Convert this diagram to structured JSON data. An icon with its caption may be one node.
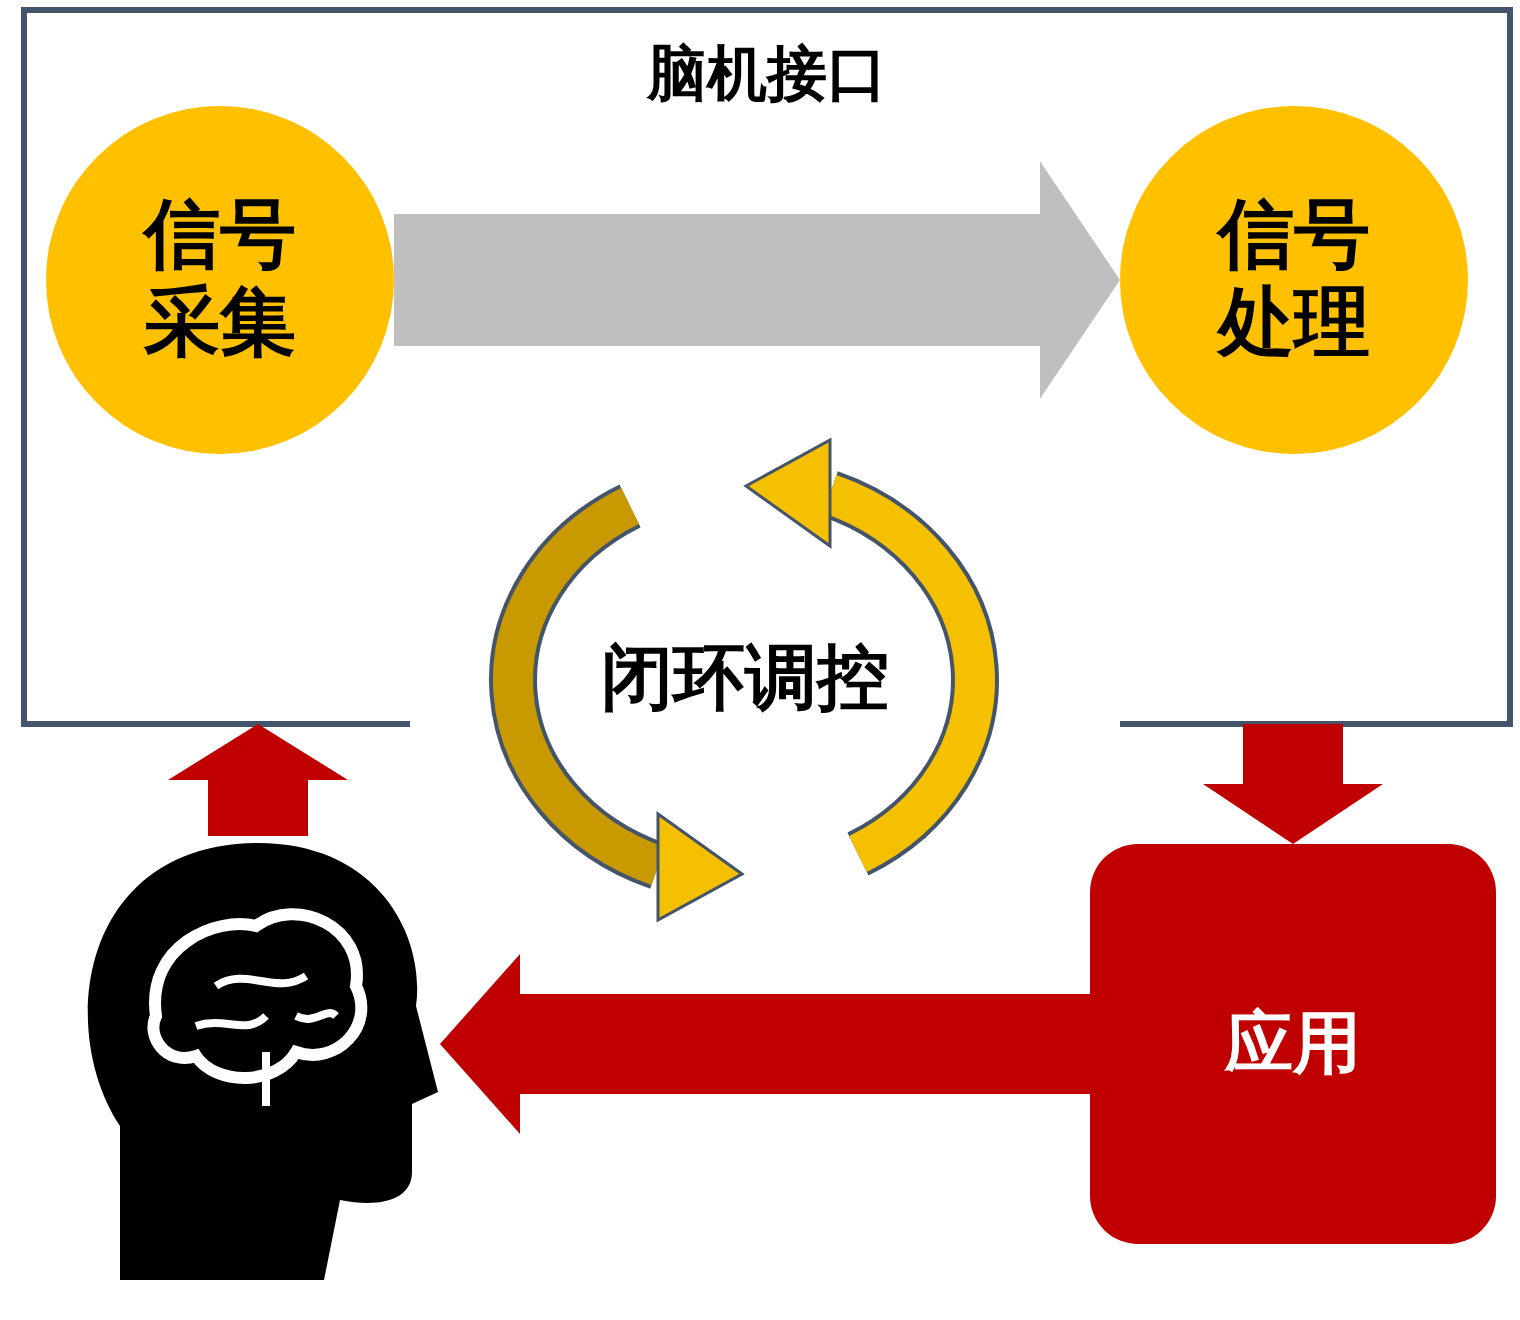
{
  "diagram": {
    "nodes": [
      {
        "text": [
          "脑机接口"
        ]
      },
      {
        "text": [
          "信号采集"
        ],
        "in": 0
      },
      {
        "text": [
          "信号处理"
        ],
        "in": 0
      },
      {
        "text": [
          "闭环调控"
        ]
      },
      {
        "text": [],
        "shape": "person"
      },
      {
        "text": [
          "应用"
        ]
      }
    ],
    "edges": [
      {
        "from": 1,
        "to": 2,
        "arrow": "to",
        "color": "#bfbfbf"
      },
      {
        "from": 4,
        "to": 0,
        "arrow": "to"
      },
      {
        "from": 0,
        "to": 5,
        "arrow": "to"
      },
      {
        "from": 5,
        "to": 4,
        "arrow": "to"
      }
    ]
  }
}
